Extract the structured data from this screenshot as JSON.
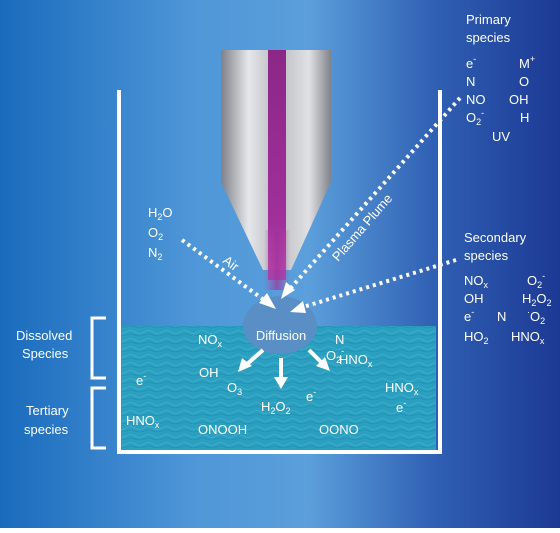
{
  "primary": {
    "heading_line1": "Primary",
    "heading_line2": "species",
    "items": [
      "e",
      "M",
      "N",
      "O",
      "NO",
      "OH",
      "O",
      "H",
      "UV"
    ],
    "sup_minus": "-",
    "sup_plus": "+",
    "sub_2": "2"
  },
  "secondary": {
    "heading_line1": "Secondary",
    "heading_line2": "species",
    "items": [
      "NO",
      "O",
      "OH",
      "H",
      "O",
      "e",
      "N",
      "O",
      "HO",
      "HNO"
    ],
    "sub_x": "x",
    "sub_2": "2",
    "sup_minus": "-",
    "sup_dot": "·"
  },
  "gases": [
    "H",
    "O",
    "N"
  ],
  "gas_sub": "2",
  "gas_h2o_tail": "O",
  "labels": {
    "air": "Air",
    "plume": "Plasma Plume",
    "diffusion": "Diffusion"
  },
  "brackets": {
    "dissolved_line1": "Dissolved",
    "dissolved_line2": "Species",
    "tertiary_line1": "Tertiary",
    "tertiary_line2": "species"
  },
  "liquid": {
    "no": "NO",
    "n": "N",
    "hno": "HNO",
    "oh": "OH",
    "o": "O",
    "h": "H",
    "e": "e",
    "onooh": "ONOOH",
    "oono": "OONO",
    "sub_x": "x",
    "sub_2": "2",
    "sub_3": "3",
    "sup_minus": "-"
  },
  "colors": {
    "bg_left": "#1d6fc0",
    "bg_mid": "#5aa0dc",
    "bg_right": "#1c3f99",
    "plasma": "#9b2a8c",
    "liquid": "#2a9fbf"
  }
}
